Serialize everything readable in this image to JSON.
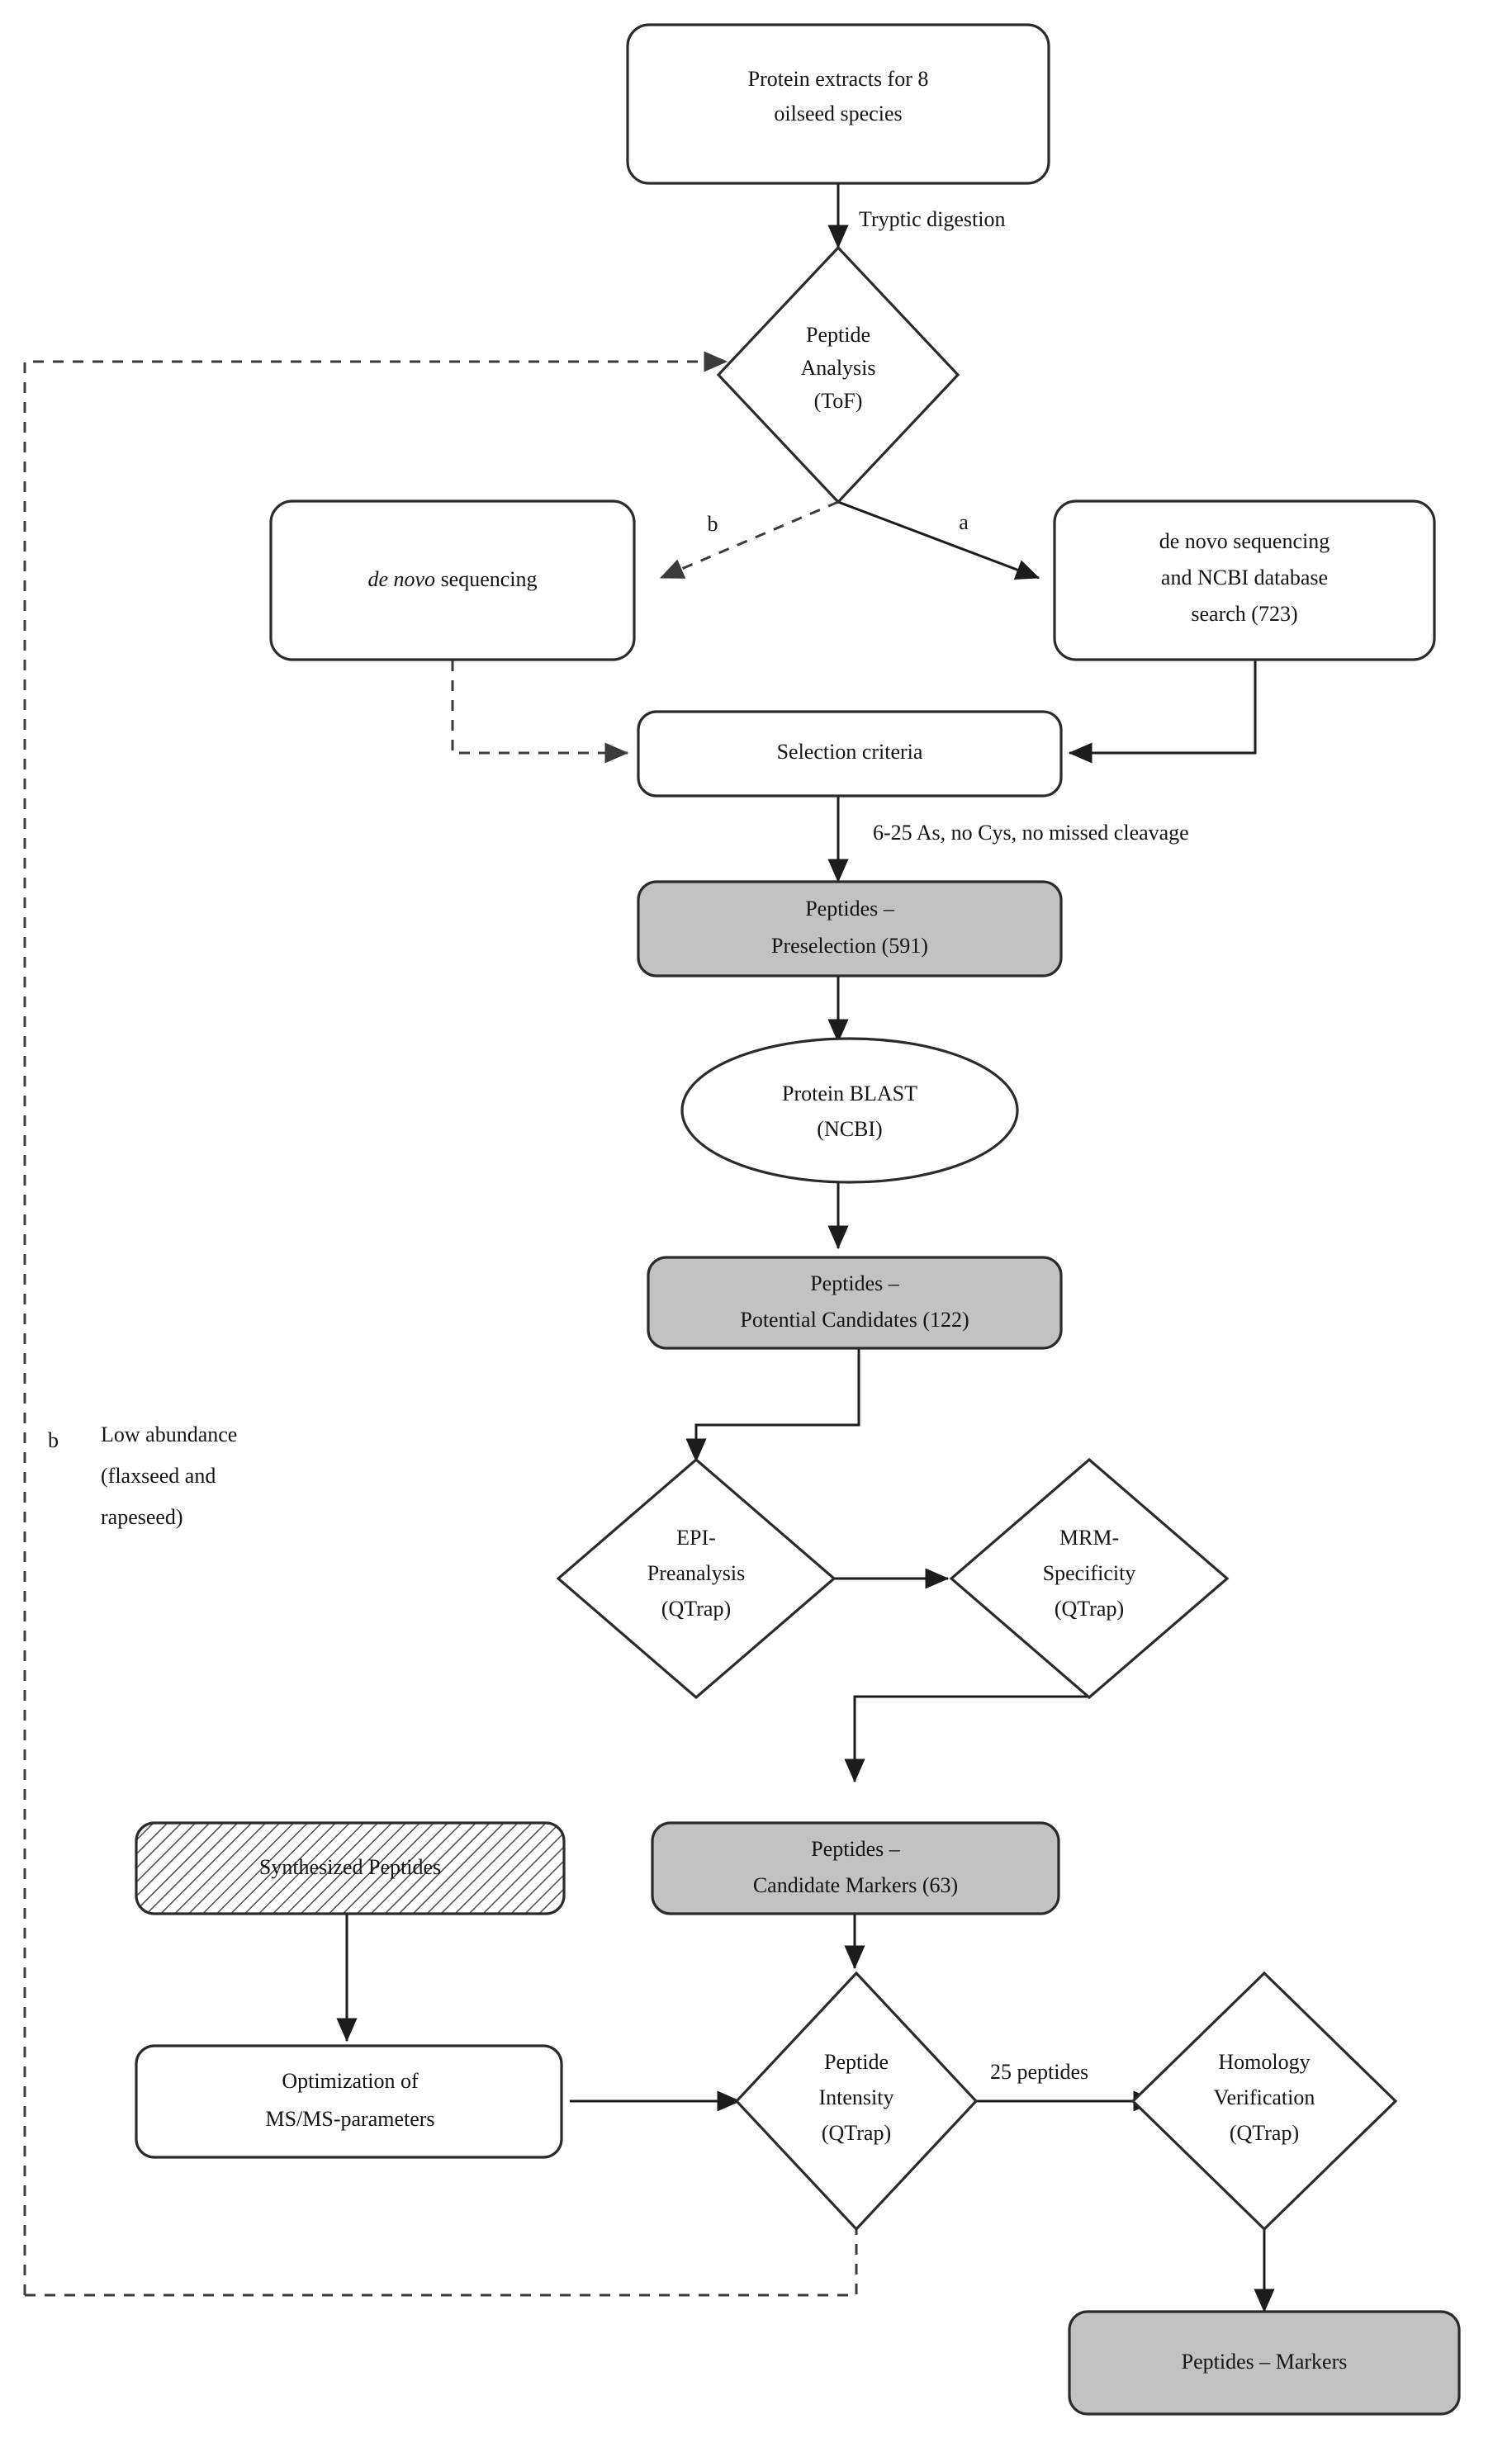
{
  "diagram": {
    "title": "Peptide marker selection workflow",
    "colors": {
      "fill_white": "#ffffff",
      "fill_gray": "#c2c2c2",
      "stroke": "#2b2b2b",
      "edge": "#1c1c1c",
      "text": "#141414"
    }
  },
  "nodes": {
    "protein_extracts": {
      "line1": "Protein extracts for 8",
      "line2": "oilseed species"
    },
    "peptide_analysis": {
      "line1": "Peptide",
      "line2": "Analysis",
      "line3": "(ToF)"
    },
    "de_novo": {
      "italic": "de novo",
      "rest": " sequencing"
    },
    "de_novo_ncbi": {
      "line1": "de novo sequencing",
      "line2": "and NCBI database",
      "line3": "search (723)"
    },
    "selection_criteria": {
      "line1": "Selection criteria"
    },
    "peptides_preselection": {
      "line1": "Peptides –",
      "line2": "Preselection (591)"
    },
    "protein_blast": {
      "line1": "Protein BLAST",
      "line2": "(NCBI)"
    },
    "peptides_potential": {
      "line1": "Peptides –",
      "line2": "Potential Candidates (122)"
    },
    "epi_preanalysis": {
      "line1": "EPI-",
      "line2": "Preanalysis",
      "line3": "(QTrap)"
    },
    "mrm_specificity": {
      "line1": "MRM-",
      "line2": "Specificity",
      "line3": "(QTrap)"
    },
    "synthesized_peptides": {
      "line1": "Synthesized Peptides"
    },
    "peptides_candidate_markers": {
      "line1": "Peptides –",
      "line2": "Candidate Markers (63)"
    },
    "optimization": {
      "line1": "Optimization of",
      "line2": "MS/MS-parameters"
    },
    "peptide_intensity": {
      "line1": "Peptide",
      "line2": "Intensity",
      "line3": "(QTrap)"
    },
    "homology_verification": {
      "line1": "Homology",
      "line2": "Verification",
      "line3": "(QTrap)"
    },
    "peptides_markers": {
      "line1": "Peptides – Markers"
    }
  },
  "edge_labels": {
    "tryptic_digestion": "Tryptic digestion",
    "branch_a": "a",
    "branch_b": "b",
    "selection_rule": "6-25 As, no Cys, no missed cleavage",
    "peptides_25": "25 peptides"
  },
  "footnote": {
    "marker": "b",
    "line1": "Low abundance",
    "line2": "(flaxseed and",
    "line3": "rapeseed)"
  }
}
